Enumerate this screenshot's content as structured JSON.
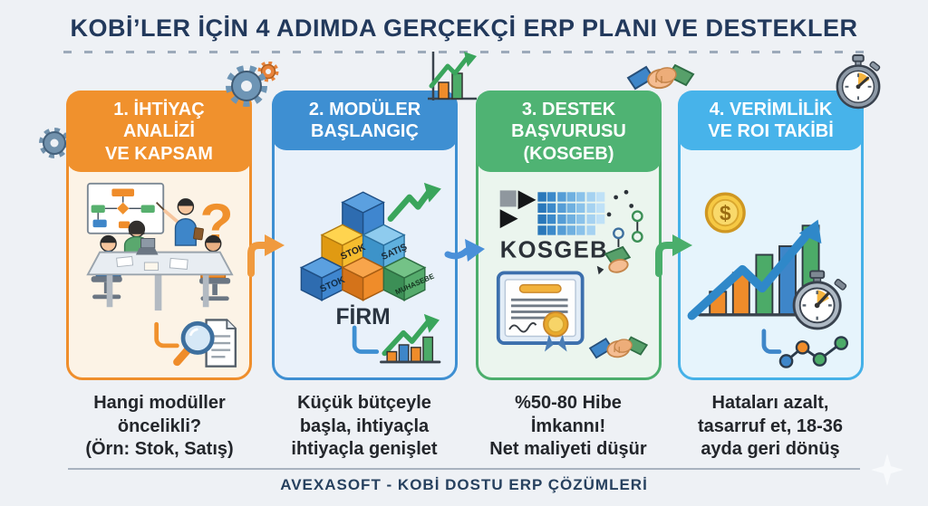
{
  "page": {
    "title": "KOBİ’LER İÇİN 4 ADIMDA GERÇEKÇİ ERP PLANI VE DESTEKLER",
    "footer_brand": "AVEXASOFT - KOBİ DOSTU ERP ÇÖZÜMLERİ",
    "background": "#eef1f5",
    "title_color": "#22395c"
  },
  "steps": [
    {
      "num": "1",
      "title_lines": [
        "1. İHTİYAÇ",
        "ANALİZİ",
        "VE KAPSAM"
      ],
      "caption_lines": [
        "Hangi modüller",
        "öncelikli?",
        "(Örn: Stok, Satış)"
      ],
      "accent": "#f0912d",
      "illustration": {
        "question_mark": "?"
      }
    },
    {
      "num": "2",
      "title_lines": [
        "2. MODÜLER",
        "BAŞLANGIÇ"
      ],
      "caption_lines": [
        "Küçük bütçeyle",
        "başla, ihtiyaçla",
        "ihtiyaçla genişlet"
      ],
      "accent": "#3e8fd2",
      "illustration": {
        "cube_labels": [
          "STOK",
          "SATIŞ",
          "STOK",
          "MUHASEBE"
        ],
        "company_label": "FİRM"
      }
    },
    {
      "num": "3",
      "title_lines": [
        "3. DESTEK",
        "BAŞVURUSU",
        "(KOSGEB)"
      ],
      "caption_lines": [
        "%50-80 Hibe",
        "İmkannı!",
        "Net maliyeti düşür"
      ],
      "accent": "#4cae6c",
      "illustration": {
        "logo_text": "KOSGEB"
      }
    },
    {
      "num": "4",
      "title_lines": [
        "4. VERİMLİLİK",
        "VE ROI TAKİBİ"
      ],
      "caption_lines": [
        "Hataları azalt,",
        "tasarruf et, 18-36",
        "ayda geri dönüş"
      ],
      "accent": "#45b1e8",
      "illustration": {
        "currency_symbol": "$"
      }
    }
  ],
  "decorations": [
    "gear-icon",
    "gears-icon",
    "growth-chart-icon",
    "handshake-icon",
    "stopwatch-icon",
    "sparkle-icon"
  ]
}
